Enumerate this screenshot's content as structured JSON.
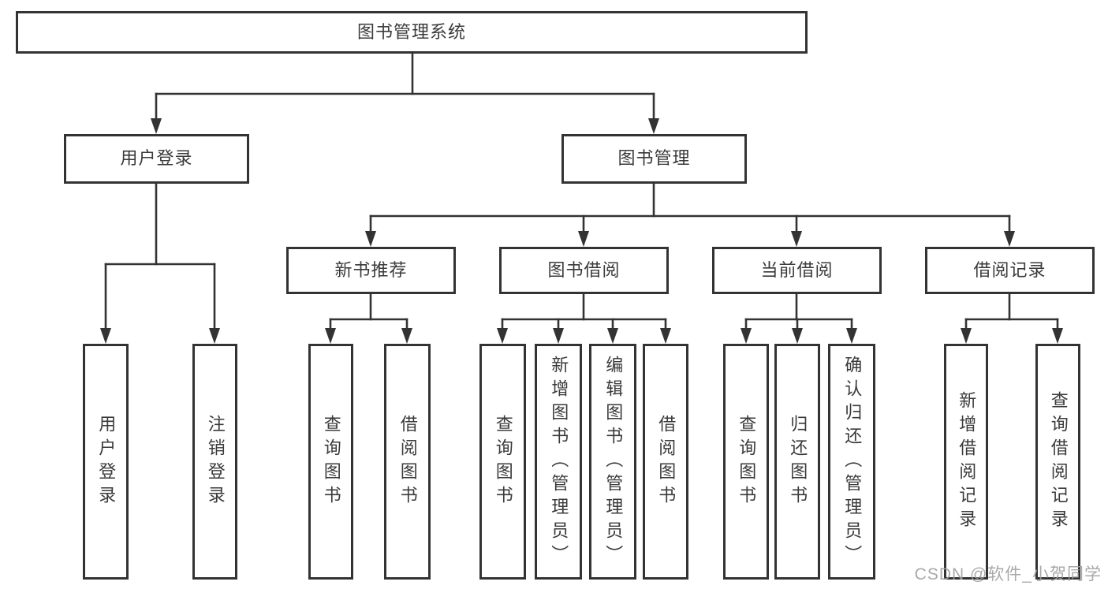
{
  "diagram": {
    "root": {
      "label": "图书管理系统"
    },
    "level2": [
      {
        "label": "用户登录"
      },
      {
        "label": "图书管理"
      }
    ],
    "level3": [
      {
        "label": "新书推荐"
      },
      {
        "label": "图书借阅"
      },
      {
        "label": "当前借阅"
      },
      {
        "label": "借阅记录"
      }
    ],
    "leaves": {
      "user_login": [
        "用户登录",
        "注销登录"
      ],
      "new_book": [
        "查询图书",
        "借阅图书"
      ],
      "book_borrow": [
        "查询图书",
        "新增图书（管理员）",
        "编辑图书（管理员）",
        "借阅图书"
      ],
      "current_borrow": [
        "查询图书",
        "归还图书",
        "确认归还（管理员）"
      ],
      "borrow_record": [
        "新增借阅记录",
        "查询借阅记录"
      ]
    },
    "watermark": "CSDN @软件_小贺同学",
    "colors": {
      "line": "#333333",
      "text": "#3a3a3a",
      "background": "#ffffff",
      "watermark": "#a0a0a0"
    }
  }
}
